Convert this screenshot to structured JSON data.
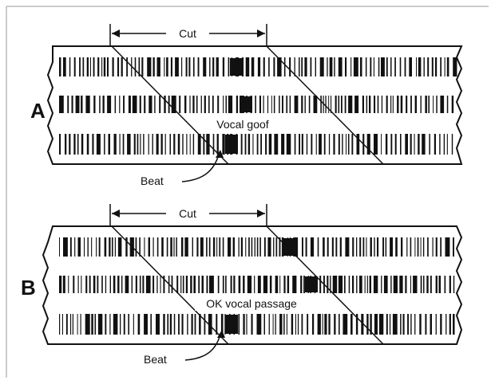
{
  "panels": [
    {
      "id": "A",
      "label": "A",
      "cut_label": "Cut",
      "annotation": "Vocal goof",
      "beat_label": "Beat"
    },
    {
      "id": "B",
      "label": "B",
      "cut_label": "Cut",
      "annotation": "OK vocal passage",
      "beat_label": "Beat"
    }
  ],
  "colors": {
    "ink": "#111111",
    "background": "#ffffff",
    "frame": "#999999"
  }
}
